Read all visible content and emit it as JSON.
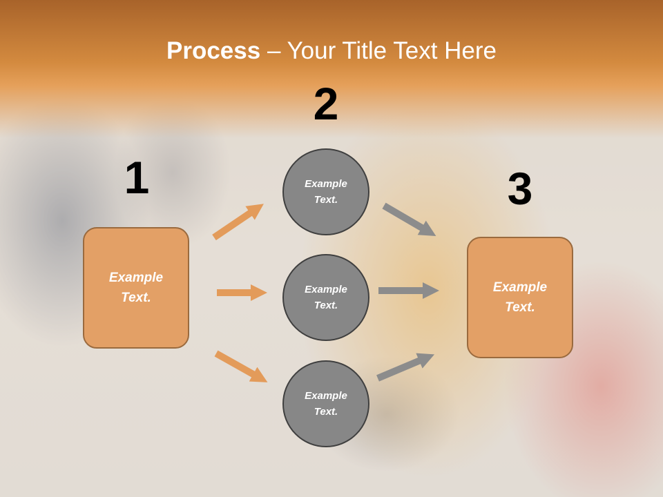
{
  "title": {
    "bold": "Process",
    "rest": " – Your Title Text Here"
  },
  "steps": {
    "one": {
      "number": "1",
      "label": "Example\nText."
    },
    "two": {
      "number": "2",
      "circles": [
        {
          "label": "Example\nText."
        },
        {
          "label": "Example\nText."
        },
        {
          "label": "Example\nText."
        }
      ]
    },
    "three": {
      "number": "3",
      "label": "Example\nText."
    }
  },
  "colors": {
    "title_band": "#c97c35",
    "box_fill": "#e3a066",
    "box_border": "#9a6a3e",
    "circle_fill": "#878787",
    "orange_arrow": "#e39b5a",
    "gray_arrow": "#8c8c8c"
  }
}
